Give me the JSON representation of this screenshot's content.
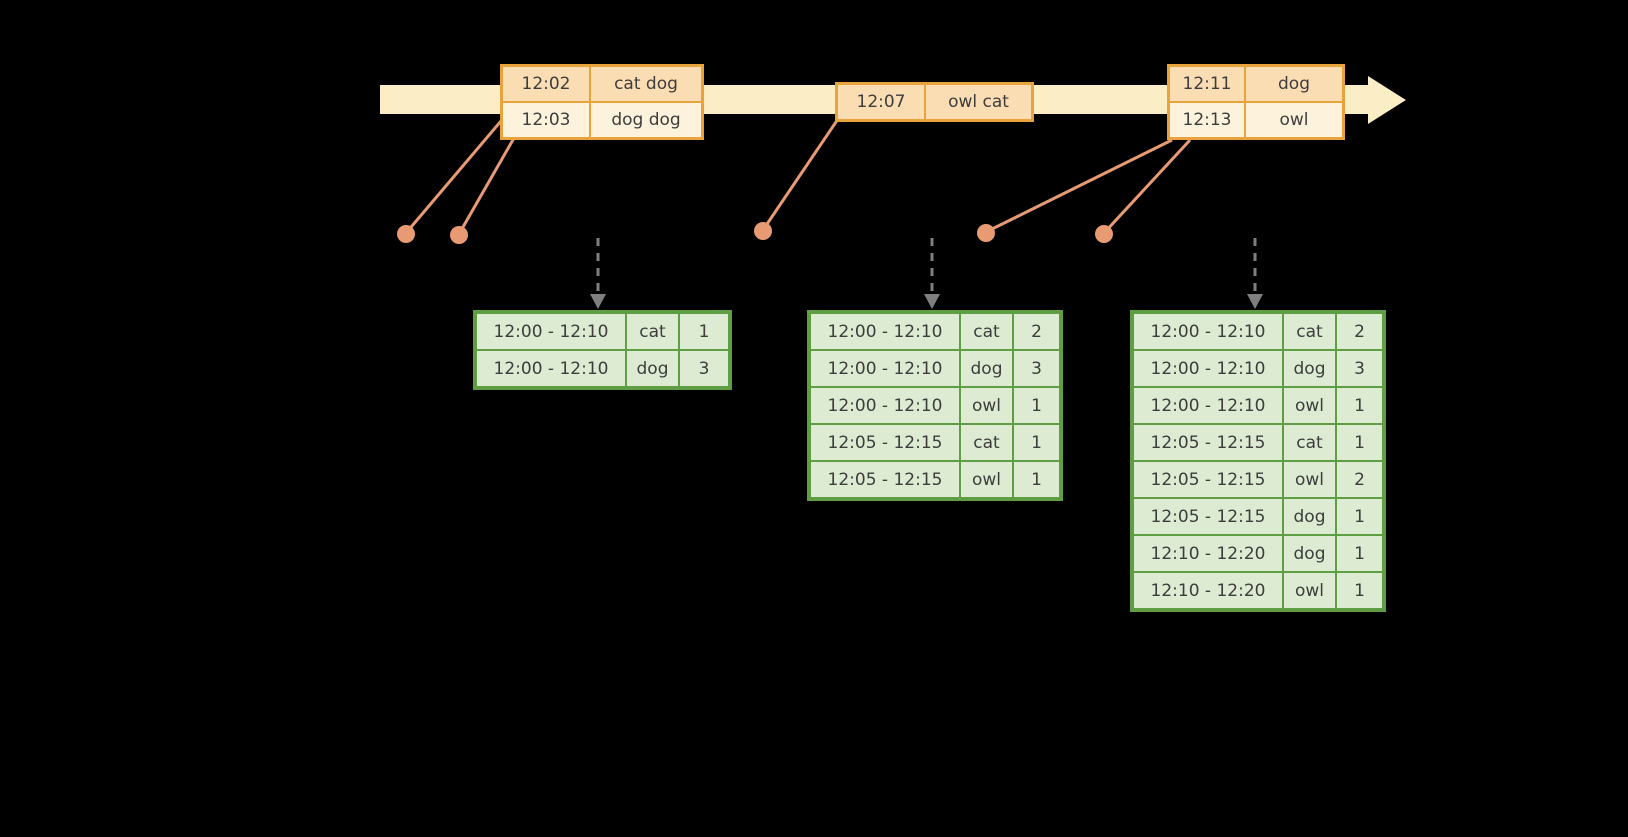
{
  "colors": {
    "background": "#000000",
    "timeline": "#fbeec6",
    "event_border": "#e8a33d",
    "event_row_a": "#fbddb4",
    "event_row_b": "#fdf3dc",
    "leader": "#e89b73",
    "trigger": "#7f7f7f",
    "result_border": "#5f9e45",
    "result_fill": "#dcebd2",
    "text": "#3d3d3d"
  },
  "event_tables": [
    {
      "rows": [
        {
          "time": "12:02",
          "words": "cat dog"
        },
        {
          "time": "12:03",
          "words": "dog dog"
        }
      ]
    },
    {
      "rows": [
        {
          "time": "12:07",
          "words": "owl cat"
        }
      ]
    },
    {
      "rows": [
        {
          "time": "12:11",
          "words": "dog"
        },
        {
          "time": "12:13",
          "words": "owl"
        }
      ]
    }
  ],
  "result_tables": [
    {
      "rows": [
        {
          "window": "12:00 - 12:10",
          "word": "cat",
          "count": "1"
        },
        {
          "window": "12:00 - 12:10",
          "word": "dog",
          "count": "3"
        }
      ]
    },
    {
      "rows": [
        {
          "window": "12:00 - 12:10",
          "word": "cat",
          "count": "2"
        },
        {
          "window": "12:00 - 12:10",
          "word": "dog",
          "count": "3"
        },
        {
          "window": "12:00 - 12:10",
          "word": "owl",
          "count": "1"
        },
        {
          "window": "12:05 - 12:15",
          "word": "cat",
          "count": "1"
        },
        {
          "window": "12:05 - 12:15",
          "word": "owl",
          "count": "1"
        }
      ]
    },
    {
      "rows": [
        {
          "window": "12:00 - 12:10",
          "word": "cat",
          "count": "2"
        },
        {
          "window": "12:00 - 12:10",
          "word": "dog",
          "count": "3"
        },
        {
          "window": "12:00 - 12:10",
          "word": "owl",
          "count": "1"
        },
        {
          "window": "12:05 - 12:15",
          "word": "cat",
          "count": "1"
        },
        {
          "window": "12:05 - 12:15",
          "word": "owl",
          "count": "2"
        },
        {
          "window": "12:05 - 12:15",
          "word": "dog",
          "count": "1"
        },
        {
          "window": "12:10 - 12:20",
          "word": "dog",
          "count": "1"
        },
        {
          "window": "12:10 - 12:20",
          "word": "owl",
          "count": "1"
        }
      ]
    }
  ]
}
